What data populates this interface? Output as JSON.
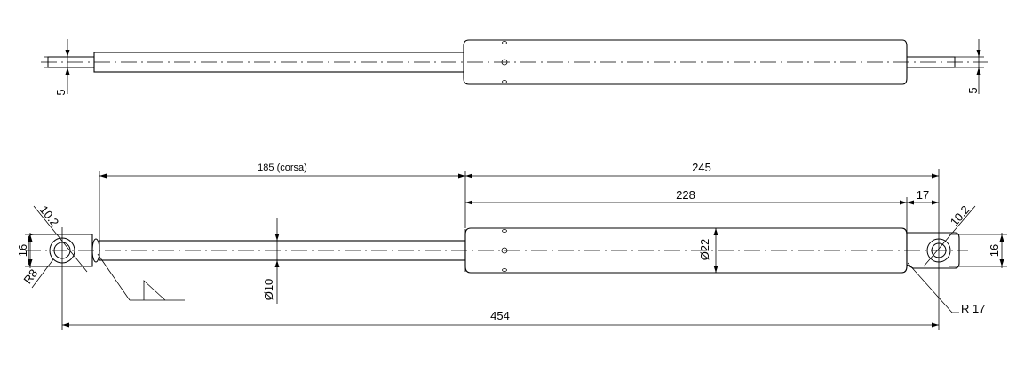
{
  "top_view": {
    "left_thickness_label": "5",
    "right_thickness_label": "5"
  },
  "dimensions": {
    "stroke_label": "185 (corsa)",
    "cylinder_length_label": "245",
    "body_length_label": "228",
    "end_length_label": "17",
    "overall_length_label": "454",
    "rod_diameter_label": "Ø10",
    "cylinder_diameter_label": "Ø22",
    "left_eye_height_label": "16",
    "right_eye_height_label": "16",
    "left_hole_label": "10.2",
    "right_hole_label": "10.2",
    "left_radius_label": "R8",
    "right_radius_label": "R 17"
  }
}
